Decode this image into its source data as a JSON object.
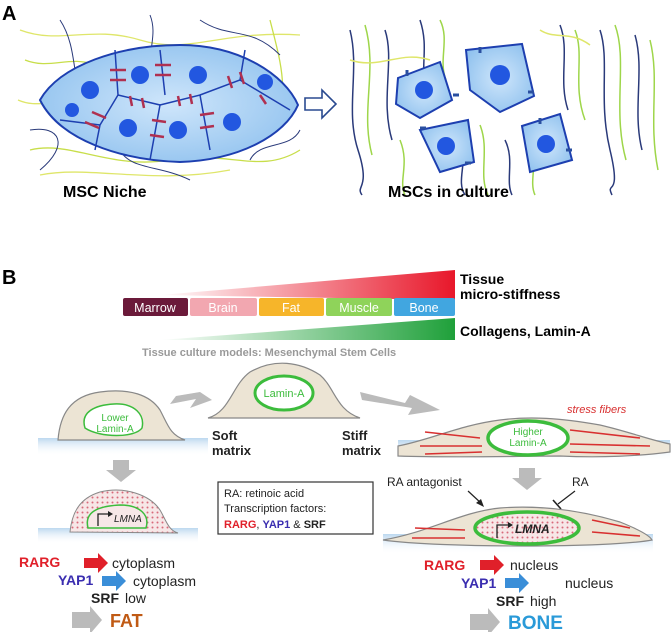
{
  "panel_a": {
    "letter": "A",
    "niche_label": "MSC Niche",
    "culture_label": "MSCs in culture"
  },
  "panel_b": {
    "letter": "B",
    "tissue_stiffness_line1": "Tissue",
    "tissue_stiffness_line2": "micro-stiffness",
    "collagen_label": "Collagens, Lamin-A",
    "tissues": [
      {
        "label": "Marrow",
        "color": "#6b1a3a"
      },
      {
        "label": "Brain",
        "color": "#f2a7b0"
      },
      {
        "label": "Fat",
        "color": "#f6b52a"
      },
      {
        "label": "Muscle",
        "color": "#8fd35a"
      },
      {
        "label": "Bone",
        "color": "#41a6e0"
      }
    ],
    "culture_models": "Tissue culture models: Mesenchymal Stem Cells",
    "top_cell": "Lamin-A",
    "soft_cell_line1": "Lower",
    "soft_cell_line2": "Lamin-A",
    "soft_label_line1": "Soft",
    "soft_label_line2": "matrix",
    "stiff_label_line1": "Stiff",
    "stiff_label_line2": "matrix",
    "stiff_cell_line1": "Higher",
    "stiff_cell_line2": "Lamin-A",
    "stress_fibers": "stress fibers",
    "lmna": "LMNA",
    "legend": {
      "line1": "RA: retinoic acid",
      "line2": "Transcription factors:",
      "rarg": "RARG",
      "sep1": ", ",
      "yap1": "YAP1",
      "sep2": " & ",
      "srf": "SRF"
    },
    "ra_antagonist": "RA antagonist",
    "ra": "RA",
    "left_factors": {
      "rarg": "RARG",
      "rarg_loc": "cytoplasm",
      "yap1": "YAP1",
      "yap1_loc": "cytoplasm",
      "srf": "SRF",
      "srf_level": "low",
      "fate": "FAT"
    },
    "right_factors": {
      "rarg": "RARG",
      "rarg_loc": "nucleus",
      "yap1": "YAP1",
      "yap1_loc": "nucleus",
      "srf": "SRF",
      "srf_level": "high",
      "fate": "BONE"
    },
    "colors": {
      "rarg": "#e0202a",
      "yap1": "#3a2db0",
      "fat": "#c05a14",
      "bone": "#2a9ad8",
      "red_gradient": "#e8172a",
      "green_gradient": "#1fa03a",
      "lamin_green": "#3cbc3c",
      "stress_red": "#d83030"
    }
  }
}
